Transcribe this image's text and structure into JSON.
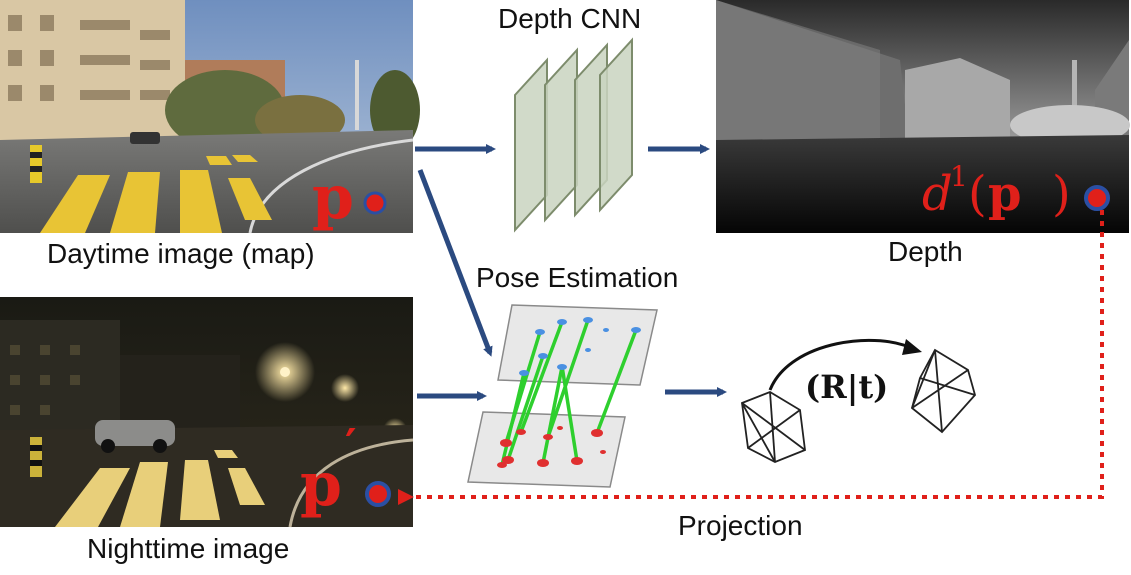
{
  "labels": {
    "day_caption": "Daytime image (map)",
    "night_caption": "Nighttime image",
    "depth_cnn": "Depth CNN",
    "depth_caption": "Depth",
    "pose_estimation": "Pose Estimation",
    "projection": "Projection"
  },
  "math": {
    "p": "p",
    "p_prime": "p",
    "prime": "′",
    "depth_d": "d",
    "depth_sup": "1",
    "depth_open": "(",
    "depth_p": "p",
    "depth_close": ")",
    "pose": "(R|t)"
  },
  "colors": {
    "arrow": "#2b4a80",
    "red": "#e0201a",
    "dot_ring": "#2b4fa3",
    "cnn_fill": "#c9d4bf",
    "cnn_stroke": "#7d8c6c",
    "match_line": "#2ecf2e",
    "keypoint_top": "#4a90e2",
    "keypoint_bottom": "#e03030",
    "plane_fill": "#e8e8e8"
  }
}
